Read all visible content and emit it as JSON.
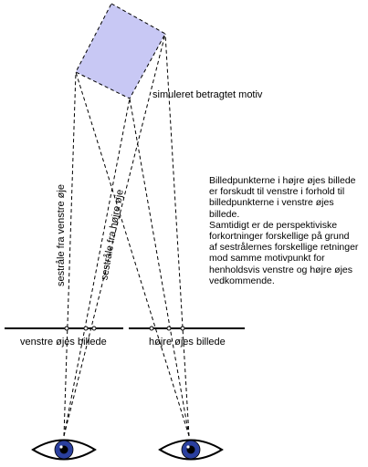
{
  "labels": {
    "motif": "simuleret betragtet motiv",
    "ray_left": "sestråle fra venstre øje",
    "ray_right": "sestråle fra højre øje",
    "left_image": "venstre øjes billede",
    "right_image": "højre øjes billede"
  },
  "description": [
    "Billedpunkterne i højre øjes billede",
    "er forskudt til venstre i forhold til",
    "billedpunkterne i venstre øjes",
    "billede.",
    "Samtidigt er de perspektiviske",
    "forkortninger forskellige på grund",
    "af sestrålernes forskellige retninger",
    "mod samme motivpunkt for",
    "henholdsvis venstre og højre øjes",
    "vedkommende."
  ],
  "colors": {
    "motif_fill": "#c8c8f4",
    "iris": "#2a3f9e",
    "pupil": "#000000",
    "line": "#000000"
  },
  "icons": [
    "eye-icon",
    "eye-icon"
  ]
}
